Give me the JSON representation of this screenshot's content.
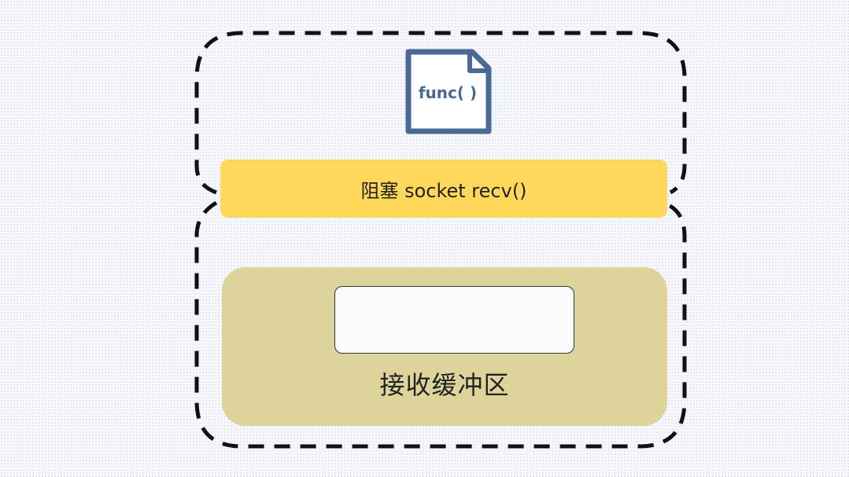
{
  "file_icon": {
    "icon": "code-file-icon",
    "label": "func( )",
    "color": "#4a6a95"
  },
  "recv_bar": {
    "label": "阻塞 socket recv()",
    "color": "#ffd75a"
  },
  "buffer": {
    "label": "接收缓冲区",
    "color": "#dcd49b"
  }
}
